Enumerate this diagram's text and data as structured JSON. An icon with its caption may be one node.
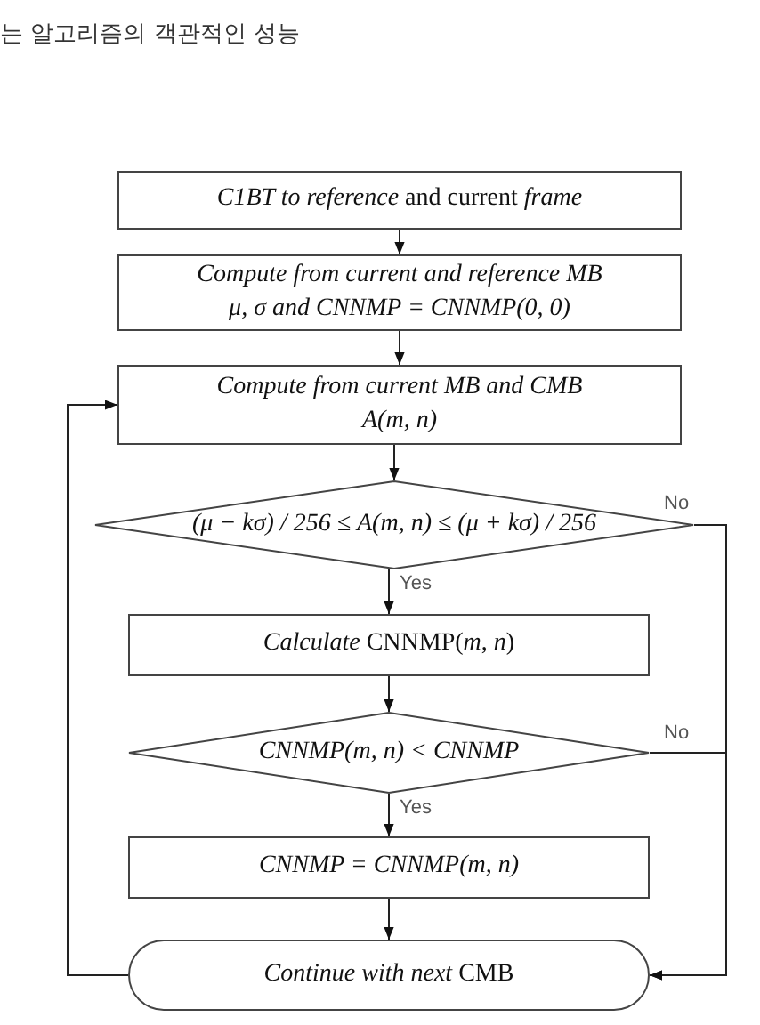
{
  "diagram": {
    "nodes": [
      {
        "text": [
          "*C1BT to reference* and current *frame*"
        ]
      },
      {
        "text": [
          "Compute from current and reference MB",
          "μ, σ and CNNMP = CNNMP(0, 0)"
        ]
      },
      {
        "text": [
          "Compute from current MB and CMB",
          "A(m, n)"
        ]
      },
      {
        "text": [
          "(μ − kσ) / 256 ≤ A(m, n) ≤ (μ + kσ) / 256"
        ]
      },
      {
        "text": [
          "*Calculate* CNNMP(*m*, *n*)"
        ]
      },
      {
        "text": [
          "CNNMP(m, n) < CNNMP"
        ]
      },
      {
        "text": [
          "CNNMP = CNNMP(m, n)"
        ]
      },
      {
        "text": [
          "*Continue with next* CMB"
        ]
      }
    ],
    "edges": [
      {
        "from": 0,
        "to": 1,
        "arrow": "to"
      },
      {
        "from": 1,
        "to": 2,
        "arrow": "to"
      },
      {
        "from": 2,
        "to": 3,
        "arrow": "to"
      },
      {
        "from": 3,
        "to": 4,
        "arrow": "to",
        "label": "Yes"
      },
      {
        "from": 3,
        "to": 7,
        "arrow": "to",
        "label": "No"
      },
      {
        "from": 4,
        "to": 5,
        "arrow": "to"
      },
      {
        "from": 5,
        "to": 6,
        "arrow": "to",
        "label": "Yes"
      },
      {
        "from": 5,
        "to": 7,
        "arrow": "to",
        "label": "No"
      },
      {
        "from": 6,
        "to": 7,
        "arrow": "to"
      },
      {
        "from": 7,
        "to": 2,
        "arrow": "to"
      }
    ],
    "labels": [
      "는 알고리즘의 객관적인 성능"
    ]
  }
}
